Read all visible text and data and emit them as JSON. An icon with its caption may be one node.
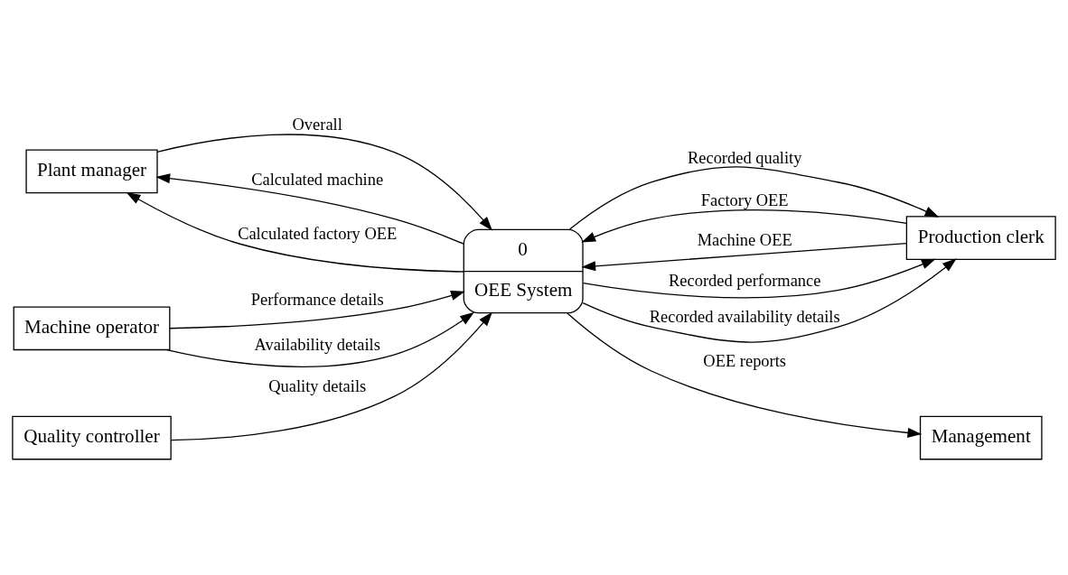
{
  "diagram": {
    "nodes": [
      {
        "text": [
          "Plant manager"
        ]
      },
      {
        "text": [
          "Production clerk"
        ]
      },
      {
        "text": [
          "0",
          "OEE System"
        ]
      },
      {
        "text": [
          "Management"
        ]
      },
      {
        "text": [
          "Machine operator"
        ]
      },
      {
        "text": [
          "Quality controller"
        ]
      }
    ],
    "edges": [
      {
        "from": 0,
        "to": 2,
        "arrow": "to",
        "label": "Overall"
      },
      {
        "from": 2,
        "to": 0,
        "arrow": "to",
        "label": "Calculated machine"
      },
      {
        "from": 2,
        "to": 0,
        "arrow": "to",
        "label": "Calculated factory OEE"
      },
      {
        "from": 1,
        "to": 2,
        "arrow": "to",
        "label": "Factory OEE"
      },
      {
        "from": 1,
        "to": 2,
        "arrow": "to",
        "label": "Machine OEE"
      },
      {
        "from": 2,
        "to": 1,
        "arrow": "to",
        "label": "Recorded performance"
      },
      {
        "from": 2,
        "to": 1,
        "arrow": "to",
        "label": "Recorded availability details"
      },
      {
        "from": 2,
        "to": 1,
        "arrow": "to",
        "label": "Recorded quality"
      },
      {
        "from": 2,
        "to": 3,
        "arrow": "to",
        "label": "OEE reports"
      },
      {
        "from": 5,
        "to": 2,
        "arrow": "to",
        "label": "Quality details"
      },
      {
        "from": 4,
        "to": 2,
        "arrow": "to",
        "label": "Performance details"
      },
      {
        "from": 4,
        "to": 2,
        "arrow": "to",
        "label": "Availability details"
      }
    ]
  }
}
